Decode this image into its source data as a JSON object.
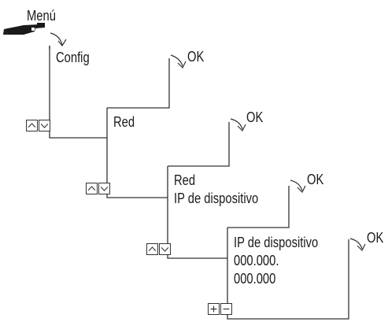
{
  "menu": {
    "label": "Menú"
  },
  "screens": [
    {
      "id": "config",
      "lines": [
        "Config"
      ],
      "ok_label": "OK",
      "nav": [
        "up",
        "down"
      ]
    },
    {
      "id": "red",
      "lines": [
        "Red"
      ],
      "ok_label": "OK",
      "nav": [
        "up",
        "down"
      ]
    },
    {
      "id": "red-ip",
      "lines": [
        "Red",
        "IP de dispositivo"
      ],
      "ok_label": "OK",
      "nav": [
        "up",
        "down"
      ]
    },
    {
      "id": "ip-value",
      "lines": [
        "IP de dispositivo",
        "000.000.",
        "000.000"
      ],
      "ok_label": "OK",
      "nav": [
        "plus",
        "minus"
      ]
    }
  ],
  "colors": {
    "line": "#333333",
    "text": "#1a1a1a",
    "hand": "#1a1a1a"
  },
  "icons": {
    "hand": "pointing-hand-icon",
    "arrow": "curved-arrow-icon",
    "up": "up-arrow-icon",
    "down": "down-arrow-icon",
    "plus": "plus-icon",
    "minus": "minus-icon"
  }
}
